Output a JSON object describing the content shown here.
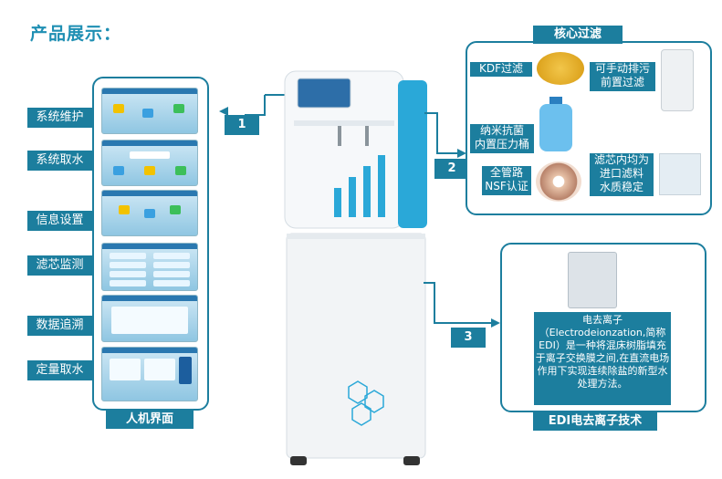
{
  "page_title": "产品展示：",
  "left_panel": {
    "items": [
      {
        "label": "系统维护"
      },
      {
        "label": "系统取水"
      },
      {
        "label": "信息设置"
      },
      {
        "label": "滤芯监测"
      },
      {
        "label": "数据追溯"
      },
      {
        "label": "定量取水"
      }
    ],
    "caption": "人机界面"
  },
  "callouts": {
    "one": "1",
    "two": "2",
    "three": "3"
  },
  "core_filter": {
    "title": "核心过滤",
    "items": [
      {
        "label": "KDF过滤"
      },
      {
        "label": "可手动排污\n前置过滤"
      },
      {
        "label": "纳米抗菌\n内置压力桶"
      },
      {
        "label": "全管路\nNSF认证"
      },
      {
        "label": "滤芯内均为\n进口滤料\n水质稳定"
      }
    ]
  },
  "edi": {
    "description": "电去离子\n（Electrodeionzation,简称EDI）是一种将混床树脂填充于离子交换膜之间,在直流电场作用下实现连续除盐的新型水处理方法。",
    "caption": "EDI电去离子技术"
  },
  "colors": {
    "accent": "#1c7e9e",
    "title": "#1f8fb3",
    "machine_blue": "#2aa8d8"
  }
}
